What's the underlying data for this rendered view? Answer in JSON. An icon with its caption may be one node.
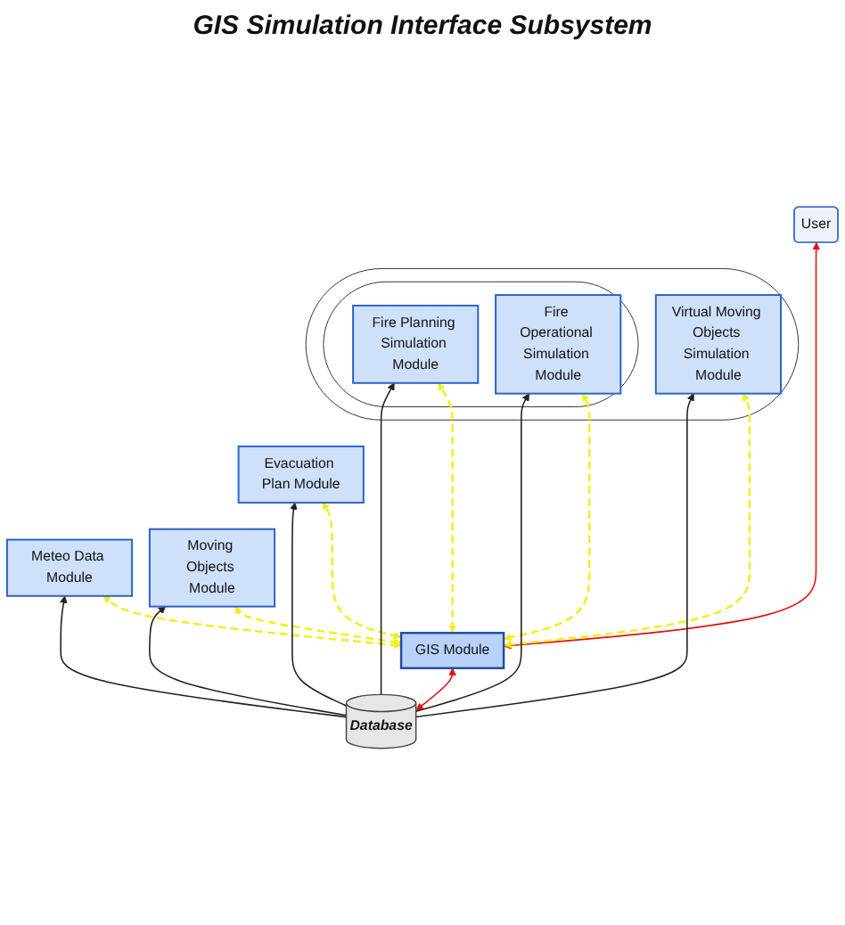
{
  "diagram": {
    "title": "GIS Simulation Interface Subsystem",
    "nodes": [
      {
        "text": [
          "User"
        ]
      },
      {
        "text": [],
        "shape": "ellipse"
      },
      {
        "text": [],
        "shape": "ellipse",
        "in": 1
      },
      {
        "text": [
          "Fire Planning Simulation Module"
        ],
        "in": 2
      },
      {
        "text": [
          "Fire Operational Simulation Module"
        ],
        "in": 2
      },
      {
        "text": [
          "Virtual Moving Objects Simulation Module"
        ],
        "in": 1
      },
      {
        "text": [
          "Meteo Data Module"
        ]
      },
      {
        "text": [
          "GIS Module"
        ]
      },
      {
        "text": [
          "Evacuation Plan Module"
        ]
      },
      {
        "text": [
          "Moving Objects Module"
        ]
      },
      {
        "text": [
          "Database"
        ]
      }
    ],
    "edges": [
      {
        "from": 7,
        "to": 0,
        "arrow": "both",
        "color": "#e3120b"
      },
      {
        "from": 7,
        "to": 3,
        "arrow": "both",
        "style": "dashed",
        "color": "#f2ee1a"
      },
      {
        "from": 7,
        "to": 4,
        "arrow": "both",
        "style": "dashed",
        "color": "#f2ee1a"
      },
      {
        "from": 7,
        "to": 5,
        "arrow": "both",
        "style": "dashed",
        "color": "#f2ee1a"
      },
      {
        "from": 7,
        "to": 6,
        "arrow": "both",
        "style": "dashed",
        "color": "#f2ee1a"
      },
      {
        "from": 7,
        "to": 8,
        "arrow": "both",
        "style": "dashed",
        "color": "#f2ee1a"
      },
      {
        "from": 7,
        "to": 9,
        "arrow": "both",
        "style": "dashed",
        "color": "#f2ee1a"
      },
      {
        "from": 10,
        "to": 7,
        "arrow": "both",
        "color": "#e3120b"
      },
      {
        "from": 10,
        "to": 6,
        "arrow": "to",
        "color": "#222222"
      },
      {
        "from": 10,
        "to": 3,
        "arrow": "to",
        "color": "#222222"
      },
      {
        "from": 10,
        "to": 4,
        "arrow": "to",
        "color": "#222222"
      },
      {
        "from": 10,
        "to": 5,
        "arrow": "to",
        "color": "#222222"
      },
      {
        "from": 10,
        "to": 8,
        "arrow": "to",
        "color": "#222222"
      },
      {
        "from": 10,
        "to": 9,
        "arrow": "to",
        "color": "#222222"
      }
    ]
  }
}
